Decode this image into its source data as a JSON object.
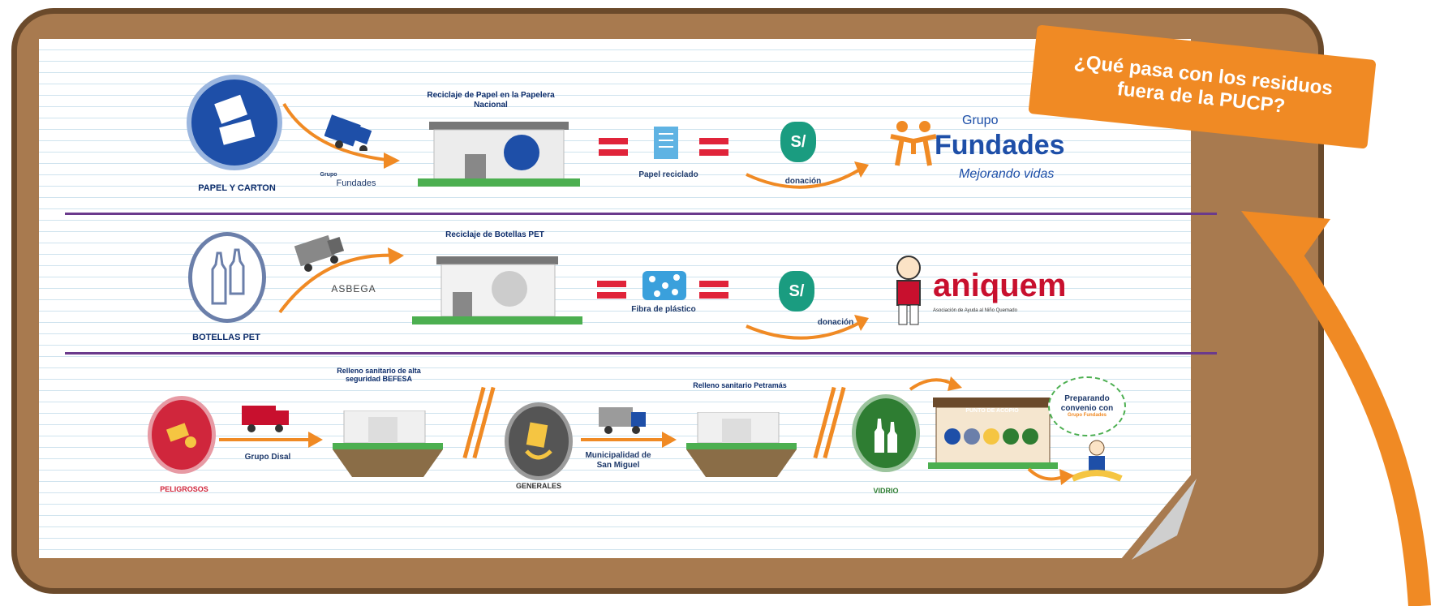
{
  "sign": {
    "line1": "¿Qué pasa con los residuos",
    "line2": "fuera de la PUCP?"
  },
  "row1": {
    "category": "PAPEL Y CARTON",
    "carrier_small": "Grupo",
    "carrier": "Fundades",
    "plant_title": "Reciclaje de Papel en la Papelera Nacional",
    "product": "Papel reciclado",
    "donation": "donación",
    "beneficiary_grupo": "Grupo",
    "beneficiary_name": "Fundades",
    "beneficiary_tagline": "Mejorando vidas"
  },
  "row2": {
    "category": "BOTELLAS PET",
    "carrier": "ASBEGA",
    "plant_title": "Reciclaje de Botellas PET",
    "product": "Fibra de plástico",
    "donation": "donación",
    "beneficiary_name": "aniquem",
    "beneficiary_sub": "Asociación de Ayuda al Niño Quemado"
  },
  "row3": {
    "cat1": "PELIGROSOS",
    "carrier1": "Grupo Disal",
    "site1": "Relleno sanitario de alta seguridad BEFESA",
    "cat2": "GENERALES",
    "carrier2": "Municipalidad de San Miguel",
    "site2": "Relleno sanitario Petramás",
    "cat3": "VIDRIO",
    "site3": "PUNTO DE ACOPIO",
    "bubble": "Preparando convenio con",
    "bubble_small": "Grupo Fundades"
  },
  "colors": {
    "board": "#a87a4f",
    "frame": "#6b4a2b",
    "orange": "#f08a24",
    "navy": "#0d2d6b",
    "divider": "#6b3a8c",
    "equals": "#e0243a"
  }
}
